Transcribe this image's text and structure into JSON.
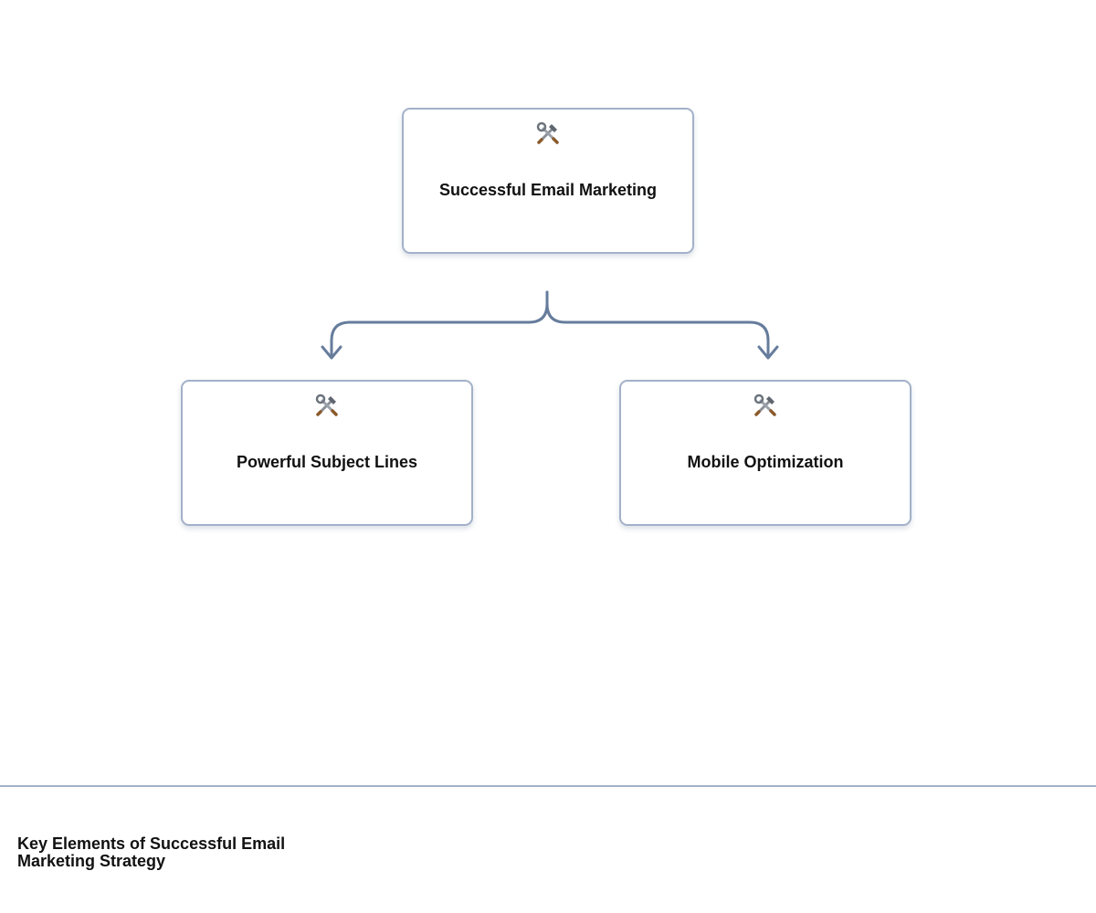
{
  "diagram": {
    "nodes": [
      {
        "id": "root",
        "label": "Successful Email Marketing",
        "icon": "hammer-and-wrench-icon"
      },
      {
        "id": "left",
        "label": "Powerful Subject Lines",
        "icon": "hammer-and-wrench-icon"
      },
      {
        "id": "right",
        "label": "Mobile Optimization",
        "icon": "hammer-and-wrench-icon"
      }
    ],
    "edges": [
      {
        "from": "root",
        "to": "left"
      },
      {
        "from": "root",
        "to": "right"
      }
    ],
    "colors": {
      "node_border": "#a3b1c9",
      "connector": "#667c9c",
      "text": "#111111"
    }
  },
  "footer": {
    "title": "Key Elements of Successful Email Marketing Strategy"
  }
}
